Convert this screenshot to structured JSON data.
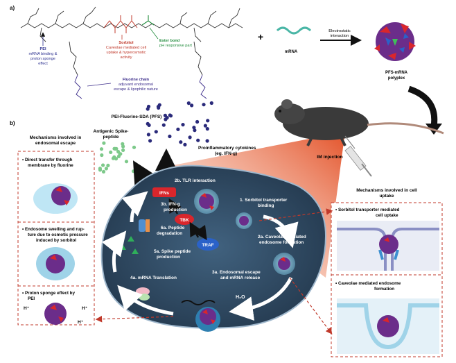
{
  "panel_a": {
    "label": "a)",
    "pei_label": [
      "PEI",
      "mRNA binding &",
      "proton sponge",
      "effect"
    ],
    "sorbitol_label": [
      "Sorbitol",
      "Caveolae mediated cell",
      "uptake & hyperosmotic",
      "activity"
    ],
    "ester_label": [
      "Ester bond",
      "pH responsive part"
    ],
    "fluorine_label": [
      "Fluorine chain",
      "adjuvant endosomal",
      "escape & lipophilic nature"
    ],
    "polymer_name": "PEI-Fluorine-SDA (PFS)",
    "plus": "+",
    "mrna_label": "mRNA",
    "interaction_label": [
      "Electrostatic",
      "interaction"
    ],
    "polyplex_label": [
      "PFS-mRNA",
      "polyplex"
    ]
  },
  "panel_b": {
    "label": "b)",
    "escape_title": [
      "Mechanisms involved in",
      "endosomal escape"
    ],
    "escape_1": [
      "• Direct transfer through",
      "membrane by fluorine"
    ],
    "escape_2": [
      "• Endosome swelling and rup-",
      "ture due to osmotic pressure",
      "induced by sorbitol"
    ],
    "escape_3": [
      "• Proton sponge effect by",
      "PEI"
    ],
    "h_plus": "H⁺",
    "antigenic_label": [
      "Antigenic Spike-",
      "peptide"
    ],
    "cytokines_label": [
      "Proinflammatory cytokines",
      "(eg. IFN-g)"
    ],
    "im_injection": "IM injection",
    "uptake_title": [
      "Mechanisms involved in cell",
      "uptake"
    ],
    "uptake_1": [
      "• Sorbitol transporter mediated",
      "cell uptake"
    ],
    "uptake_2": [
      "• Caveolae mediated endosome",
      "formation"
    ],
    "tlr": "2b. TLR interaction",
    "ifns": "IFNs",
    "ifn_prod": [
      "3b. IFN-g",
      "production"
    ],
    "tbk": "TBK",
    "traf": "TRAF",
    "peptide_deg": [
      "6a. Peptide",
      "degradation"
    ],
    "sorbitol_binding": [
      "1. Sorbitol transporter",
      "binding"
    ],
    "caveolae_step": [
      "2a. Caveolae mediated",
      "endosome formation"
    ],
    "spike_prod": [
      "5a. Spike peptide",
      "production"
    ],
    "endo_escape": [
      "3a. Endosomal escape",
      "and mRNA release"
    ],
    "translation": "4a. mRNA Translation",
    "h2o": "H₂O",
    "h_plus_cell": "H⁺"
  },
  "colors": {
    "pei": "#2b2f8f",
    "sorbitol": "#c0392b",
    "ester": "#1e8a3a",
    "fluorine": "#3b2c8a",
    "cell_fill": "#2e4a63",
    "cone": "#e8582a",
    "dashed_box": "#c0392b"
  }
}
